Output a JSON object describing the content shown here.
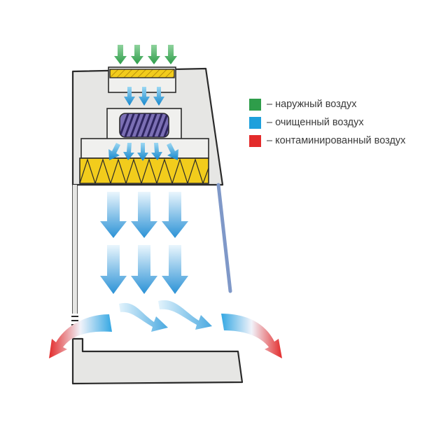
{
  "legend": {
    "items": [
      {
        "label": "– наружный воздух",
        "color": "#2e9d4a"
      },
      {
        "label": "– очищенный воздух",
        "color": "#1ea0dc"
      },
      {
        "label": "– контаминированный воздух",
        "color": "#e32b2b"
      }
    ]
  },
  "colors": {
    "cabinet_fill": "#e6e6e4",
    "cabinet_stroke": "#2a2a2a",
    "hepa_filter": "#f2cc1c",
    "fan": "#7b6fb4",
    "sash": "#7f98c8",
    "outside_air": "#2e9d4a",
    "clean_air": "#1ea0dc",
    "contaminated_air": "#e32b2b"
  }
}
